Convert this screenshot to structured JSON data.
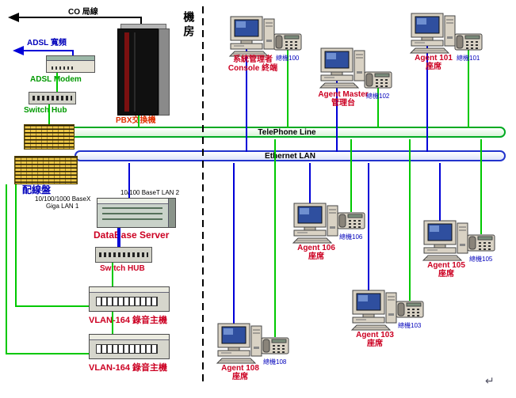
{
  "colors": {
    "line_green": "#00c800",
    "line_blue": "#0000d8",
    "label_red": "#cc0022",
    "label_blue": "#0000bb",
    "label_green": "#009900",
    "bus_green": "#00aa22",
    "bus_blue": "#2233cc"
  },
  "top_left": {
    "co_label": "CO 局線",
    "adsl_label": "ADSL 寬頻",
    "adsl_modem_label": "ADSL Modem",
    "switch_hub_label": "Switch Hub",
    "pbx_label": "PBX交換機",
    "room_label": "機房"
  },
  "buses": {
    "telephone_label": "TelePhone Line",
    "ethernet_label": "Ethernet LAN"
  },
  "left_column": {
    "patch_panel_label": "配線盤",
    "giga_lan_line1": "10/100/1000 BaseX",
    "giga_lan_line2": "Giga LAN 1",
    "lan2_label": "10/100 BaseT LAN 2",
    "db_server_label": "DataBase Server",
    "switch_hub_label": "Switch HUB",
    "vlan1_label": "VLAN-164 錄音主機",
    "vlan2_label": "VLAN-164 錄音主機"
  },
  "stations": [
    {
      "id": "console",
      "line1": "系統管理者",
      "line2": "Console 終端",
      "phone_label": "總機100"
    },
    {
      "id": "agent-master",
      "line1": "Agent Master",
      "line2": "管理台",
      "phone_label": "總機102"
    },
    {
      "id": "agent-101",
      "line1": "Agent 101",
      "line2": "座席",
      "phone_label": "總機101"
    },
    {
      "id": "agent-106",
      "line1": "Agent 106",
      "line2": "座席",
      "phone_label": "總機106"
    },
    {
      "id": "agent-105",
      "line1": "Agent 105",
      "line2": "座席",
      "phone_label": "總機105"
    },
    {
      "id": "agent-103",
      "line1": "Agent 103",
      "line2": "座席",
      "phone_label": "總機103"
    },
    {
      "id": "agent-108",
      "line1": "Agent 108",
      "line2": "座席",
      "phone_label": "總機108"
    }
  ],
  "misc": {
    "return_mark": "↵"
  }
}
